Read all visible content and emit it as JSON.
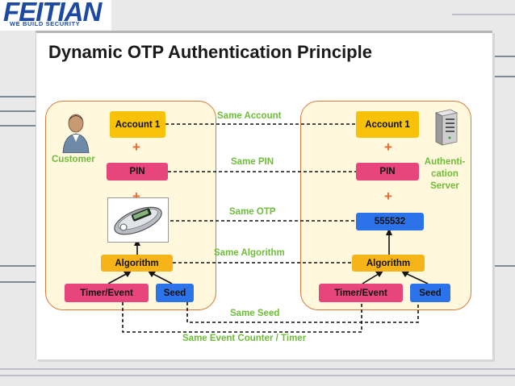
{
  "slide": {
    "title": "Dynamic OTP Authentication Principle"
  },
  "logo": {
    "main": "FEITIAN",
    "sub": "WE BUILD SECURITY"
  },
  "left": {
    "account": "Account 1",
    "plus": "+",
    "pin": "PIN",
    "algorithm": "Algorithm",
    "timer": "Timer/Event",
    "seed": "Seed",
    "side_label": "Customer"
  },
  "right": {
    "account": "Account 1",
    "plus": "+",
    "pin": "PIN",
    "otp": "555532",
    "algorithm": "Algorithm",
    "timer": "Timer/Event",
    "seed": "Seed",
    "side_label": "Authenti- cation Server"
  },
  "links": {
    "same_account": "Same Account",
    "same_pin": "Same PIN",
    "same_otp": "Same OTP",
    "same_algorithm": "Same Algorithm",
    "same_seed": "Same Seed",
    "same_counter": "Same Event Counter / Timer"
  },
  "colors": {
    "panel_fill": "#fff8dc",
    "panel_border": "#d77a3c",
    "account": "#f8c20a",
    "pin": "#e8457c",
    "seed": "#2c73ea",
    "label_green": "#6ebd38",
    "plus_orange": "#e8692e"
  },
  "icons": [
    "customer-person-icon",
    "otp-token-icon",
    "server-tower-icon"
  ]
}
